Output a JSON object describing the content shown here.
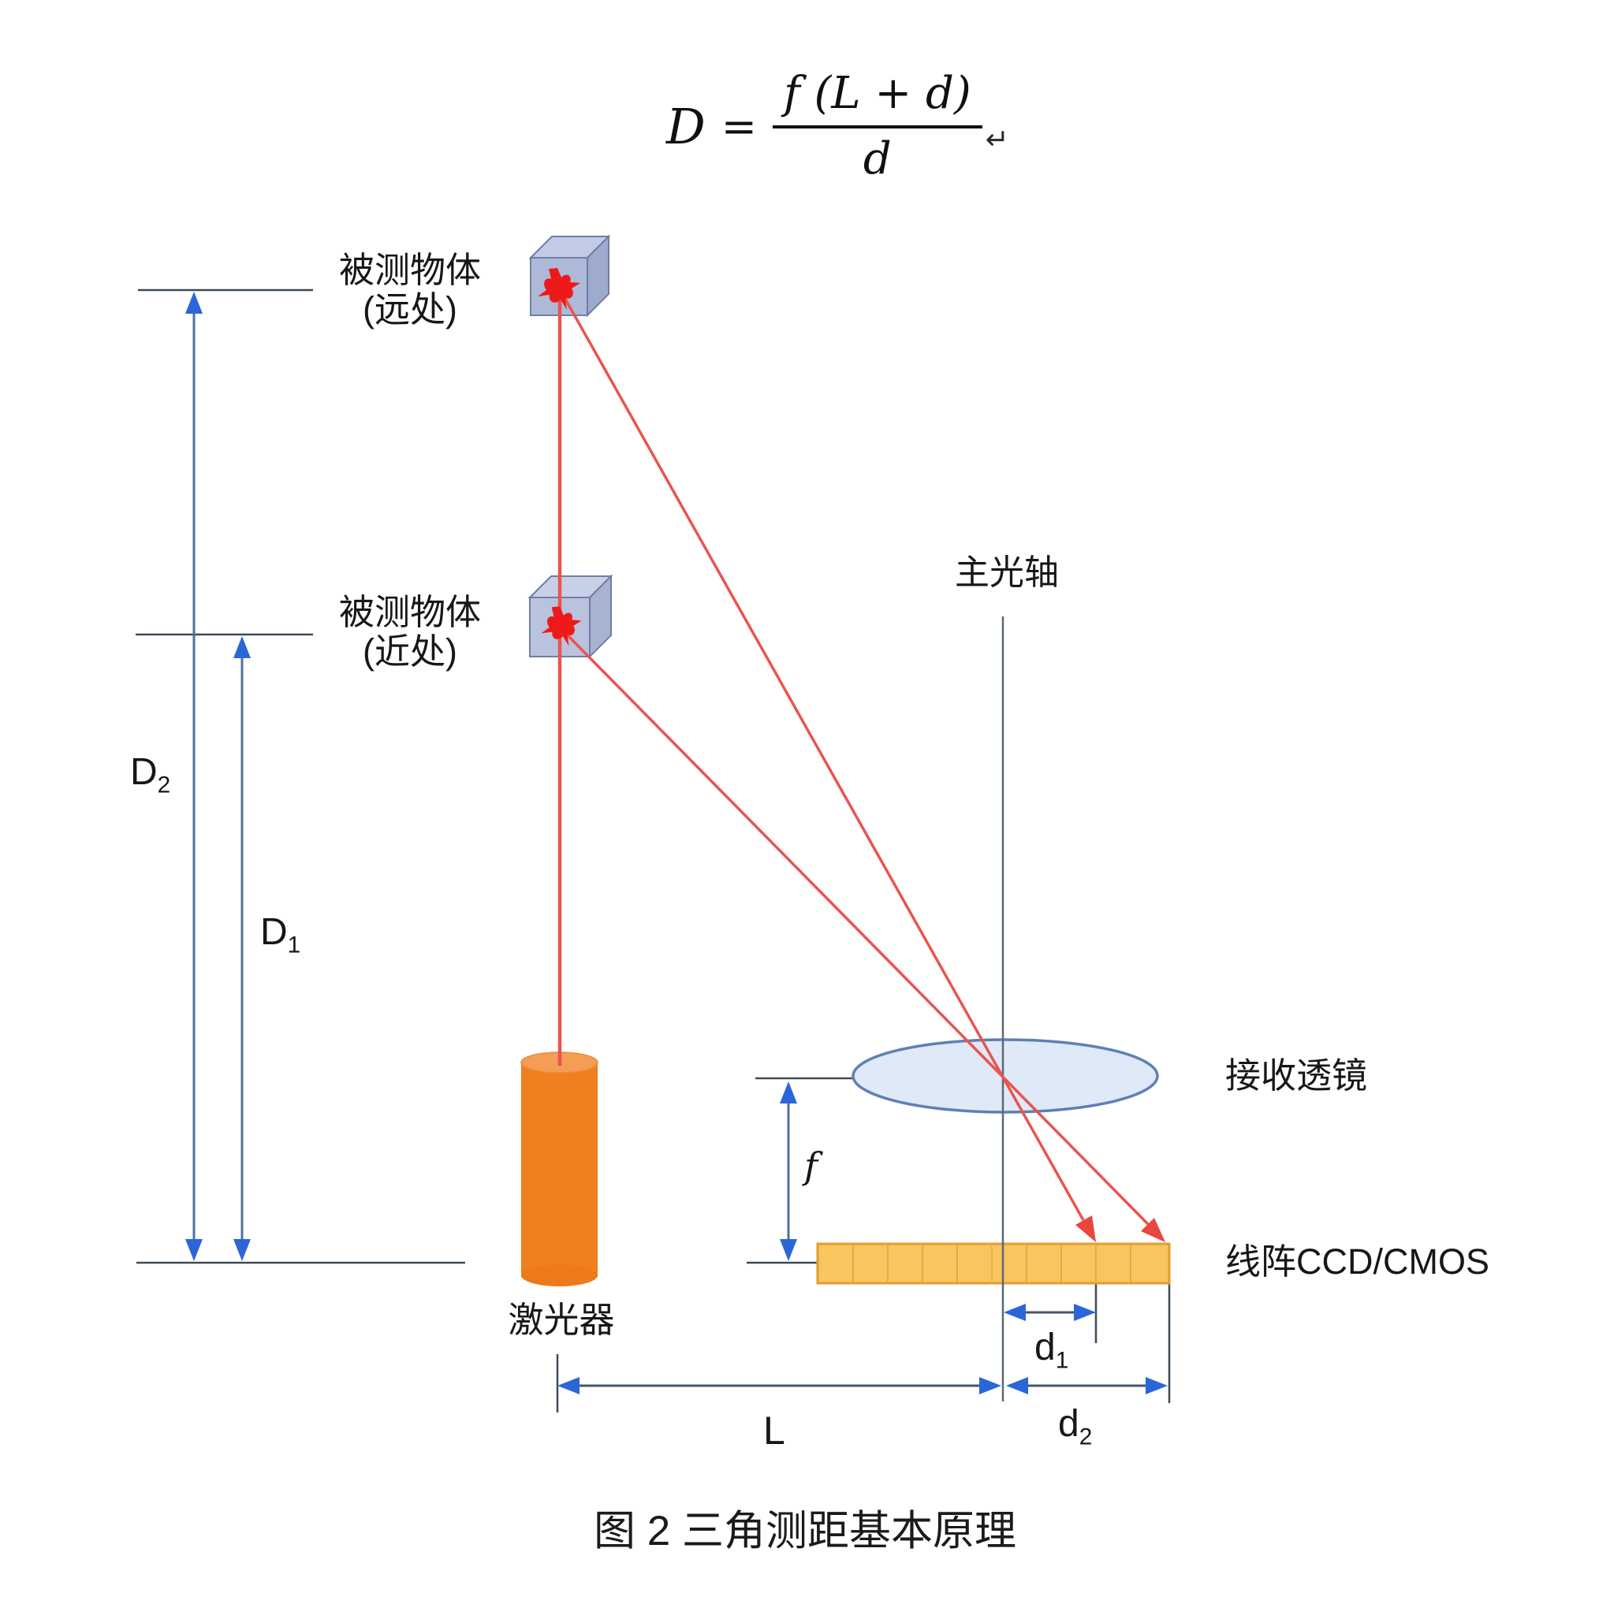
{
  "formula": {
    "lhs": "D",
    "eq": "=",
    "numerator": "f (L + d)",
    "denominator": "d",
    "return_mark": "↵"
  },
  "labels": {
    "object_far": {
      "line1": "被测物体",
      "line2": "(远处)"
    },
    "object_near": {
      "line1": "被测物体",
      "line2": "(近处)"
    },
    "laser": "激光器",
    "optical_axis": "主光轴",
    "lens": "接收透镜",
    "sensor": "线阵CCD/CMOS"
  },
  "dims": {
    "D2": {
      "base": "D",
      "sub": "2"
    },
    "D1": {
      "base": "D",
      "sub": "1"
    },
    "d1": {
      "base": "d",
      "sub": "1"
    },
    "d2": {
      "base": "d",
      "sub": "2"
    },
    "f": {
      "base": "f",
      "sub": ""
    },
    "L": {
      "base": "L",
      "sub": ""
    }
  },
  "caption": "图 2 三角测距基本原理",
  "colors": {
    "laser_body": "#F0801F",
    "laser_top": "#F59D55",
    "ray_red": "#E8554E",
    "spot_red": "#EE1A1A",
    "dimension_line_blue": "#4E719E",
    "arrowhead_blue": "#2B66D9",
    "sensor_yellow": "#F8C55F",
    "sensor_border": "#E49B31",
    "lens_fill": "#DDE7F6",
    "lens_stroke": "#5E80B4",
    "cube_front": "#AEB9D8",
    "cube_top": "#C2CBE4",
    "cube_side": "#9FABCD",
    "reference_line": "#3E4A57",
    "axis_line": "#5A6878"
  }
}
